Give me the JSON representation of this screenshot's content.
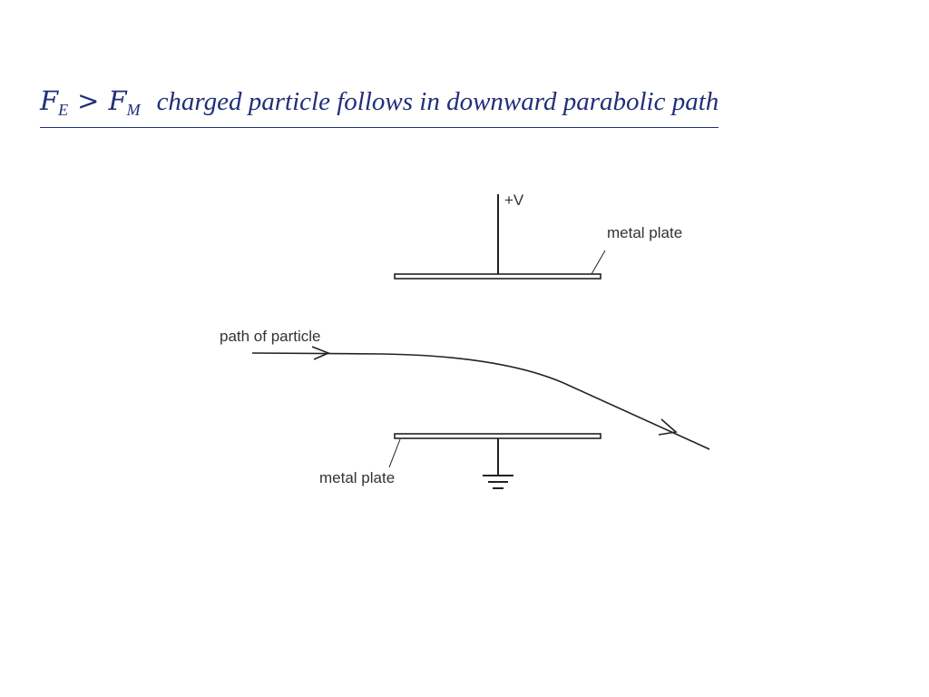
{
  "title": {
    "force_e_symbol": "F",
    "force_e_sub": "E",
    "comparator": ">",
    "force_m_symbol": "F",
    "force_m_sub": "M",
    "statement": "charged particle follows in downward parabolic path"
  },
  "diagram": {
    "voltage_label": "+V",
    "top_plate_label": "metal plate",
    "bottom_plate_label": "metal plate",
    "path_label": "path of particle"
  },
  "colors": {
    "title": "#1f2f7a",
    "line": "#222222"
  }
}
